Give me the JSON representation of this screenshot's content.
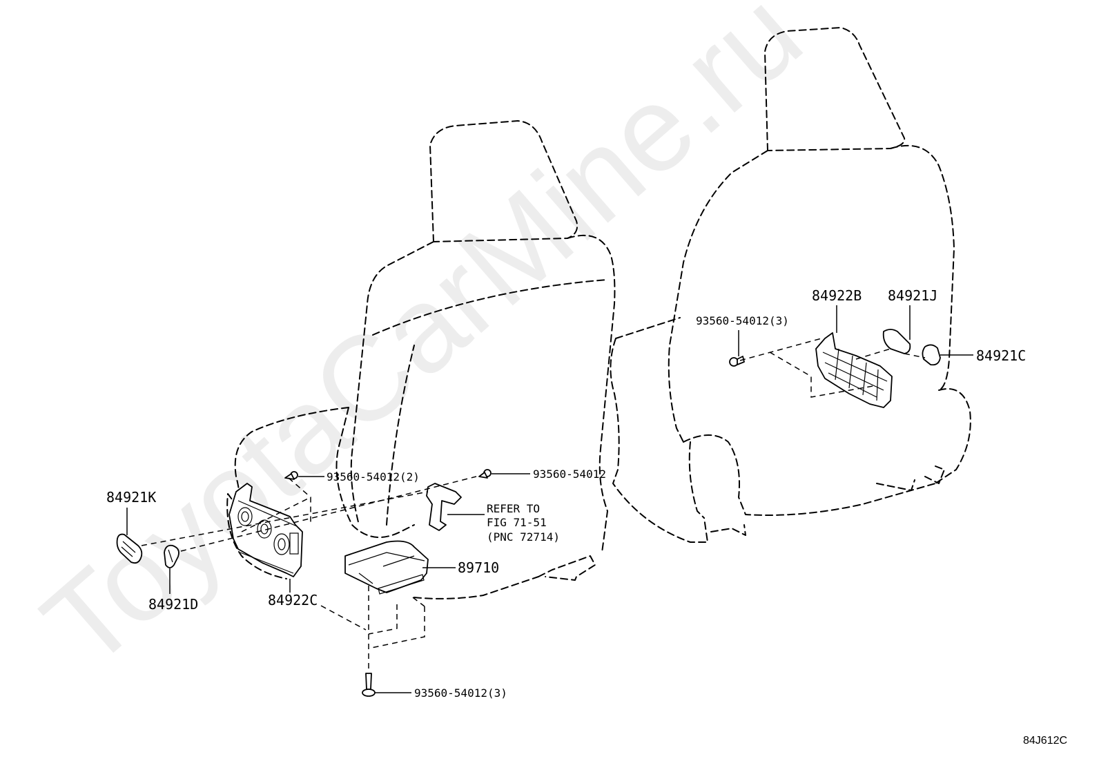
{
  "watermark": "ToyotaCarMine.ru",
  "diagram_code": "84J612C",
  "labels": {
    "part_84921K": "84921K",
    "part_84921D": "84921D",
    "part_84922C": "84922C",
    "screw_left_2": "93560-54012(2)",
    "screw_left_1": "93560-54012",
    "refer_line1": "REFER TO",
    "refer_line2": "FIG 71-51",
    "refer_line3": "(PNC 72714)",
    "part_89710": "89710",
    "screw_bottom": "93560-54012(3)",
    "part_84922B": "84922B",
    "part_84921J": "84921J",
    "part_84921C": "84921C",
    "screw_right": "93560-54012(3)"
  }
}
